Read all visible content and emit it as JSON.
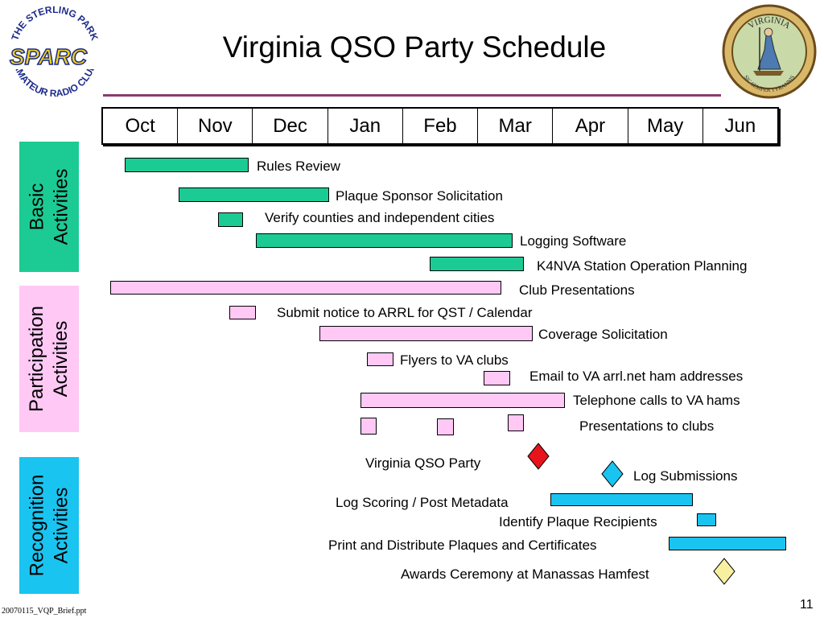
{
  "title": "Virginia QSO Party Schedule",
  "months": [
    "Oct",
    "Nov",
    "Dec",
    "Jan",
    "Feb",
    "Mar",
    "Apr",
    "May",
    "Jun"
  ],
  "logo": {
    "top_text": "THE STERLING PARK",
    "main_text": "SPARC",
    "bottom_text": "AMATEUR RADIO CLUB"
  },
  "seal": {
    "top_text": "VIRGINIA",
    "bottom_text": "SIC SEMPER TYRANNIS"
  },
  "sections": {
    "basic": "Basic Activities",
    "participation": "Participation Activities",
    "recognition": "Recognition Activities"
  },
  "tasks": {
    "rules_review": "Rules Review",
    "plaque_sponsor": "Plaque Sponsor Solicitation",
    "verify_counties": "Verify counties and independent cities",
    "logging_software": "Logging Software",
    "k4nva": "K4NVA Station Operation Planning",
    "club_presentations": "Club Presentations",
    "submit_notice": "Submit notice to ARRL for QST / Calendar",
    "coverage": "Coverage Solicitation",
    "flyers": "Flyers to VA clubs",
    "email": "Email to VA arrl.net ham addresses",
    "telephone": "Telephone calls to VA hams",
    "presentations_clubs": "Presentations to clubs",
    "vqp": "Virginia QSO Party",
    "log_submissions": "Log Submissions",
    "log_scoring": "Log Scoring / Post Metadata",
    "identify_plaque": "Identify Plaque Recipients",
    "print_distribute": "Print and Distribute Plaques and Certificates",
    "awards": "Awards Ceremony at Manassas Hamfest"
  },
  "colors": {
    "basic": "#1ccb94",
    "participation": "#ffc8f5",
    "recognition": "#1ac4f0",
    "milestone_vqp": "#e8141c",
    "milestone_log": "#1ac4f0",
    "milestone_awards": "#f6f0a0"
  },
  "footer": "20070115_VQP_Brief.ppt",
  "page_number": "11"
}
